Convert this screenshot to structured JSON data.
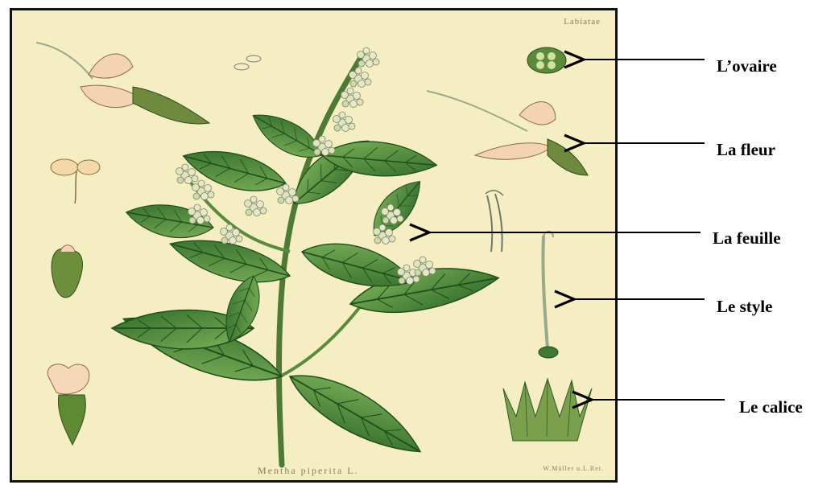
{
  "plate": {
    "family_label": "Labiatae",
    "species_label": "Mentha piperita L.",
    "artist_label": "W.Müller u.L.Rei."
  },
  "labels": {
    "ovary": "L’ovaire",
    "flower": "La fleur",
    "leaf": "La feuille",
    "style": "Le style",
    "calyx": "Le calice"
  },
  "colors": {
    "paper": "#f6eec3",
    "leaf_dark": "#2f6b2a",
    "leaf_light": "#6ea44e",
    "petal": "#f4d3b1",
    "arrow": "#000000"
  }
}
